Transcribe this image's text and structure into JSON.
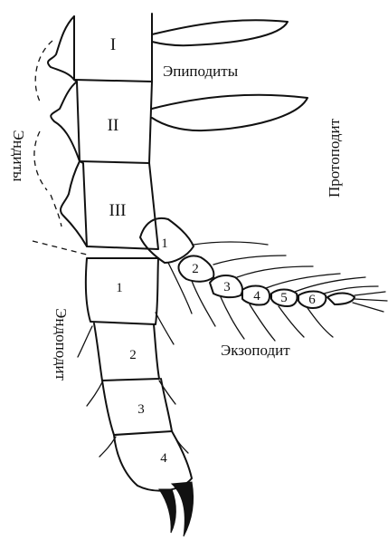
{
  "segments_roman": [
    "I",
    "II",
    "III"
  ],
  "endopodite_segments": [
    "1",
    "2",
    "3",
    "4"
  ],
  "exopodite_segments": [
    "1",
    "2",
    "3",
    "4",
    "5",
    "6"
  ],
  "labels": {
    "epipodites": "Эпиподиты",
    "protopodite": "Протоподит",
    "exopodite": "Экзоподит",
    "endopodite": "Эндоподит",
    "endites": "Эндиты"
  }
}
